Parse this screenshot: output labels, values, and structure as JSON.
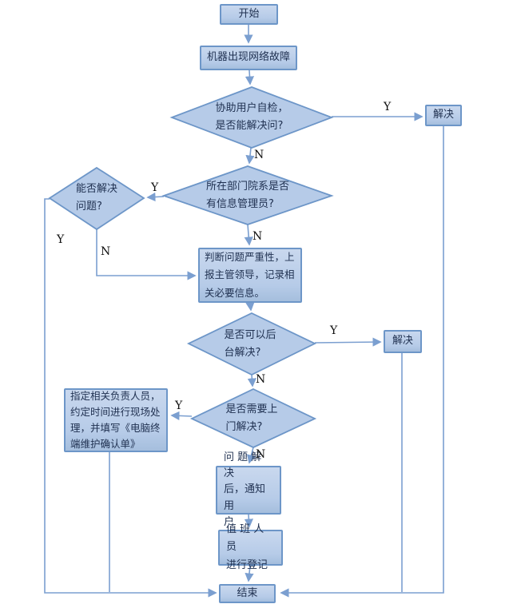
{
  "diagram": {
    "nodes": {
      "start": "开始",
      "fault": "机器出现网络故障",
      "self_check": "协助用户自检，\n是否能解决问?",
      "solve_top": "解决",
      "dept_admin": "所在部门院系是否\n有信息管理员?",
      "can_solve": "能否解决\n问题?",
      "assess": "判断问题严重性，上\n报主管领导，记录相\n关必要信息。",
      "backend": "是否可以后\n台解决?",
      "solve_mid": "解决",
      "onsite": "是否需要上\n门解决?",
      "onsite_action": "指定相关负责人员，\n约定时间进行现场处\n理，并填写《电脑终\n端维护确认单》",
      "notify": "问 题 解 决\n后，通知用\n户",
      "register": "值 班 人 员\n进行登记",
      "end": "结束"
    },
    "edge_labels": {
      "yes": "Y",
      "no": "N"
    },
    "colors": {
      "node_fill": "#b6cbe8",
      "node_border": "#6d96c8",
      "line": "#7b9fd0",
      "text": "#1f3050"
    }
  }
}
